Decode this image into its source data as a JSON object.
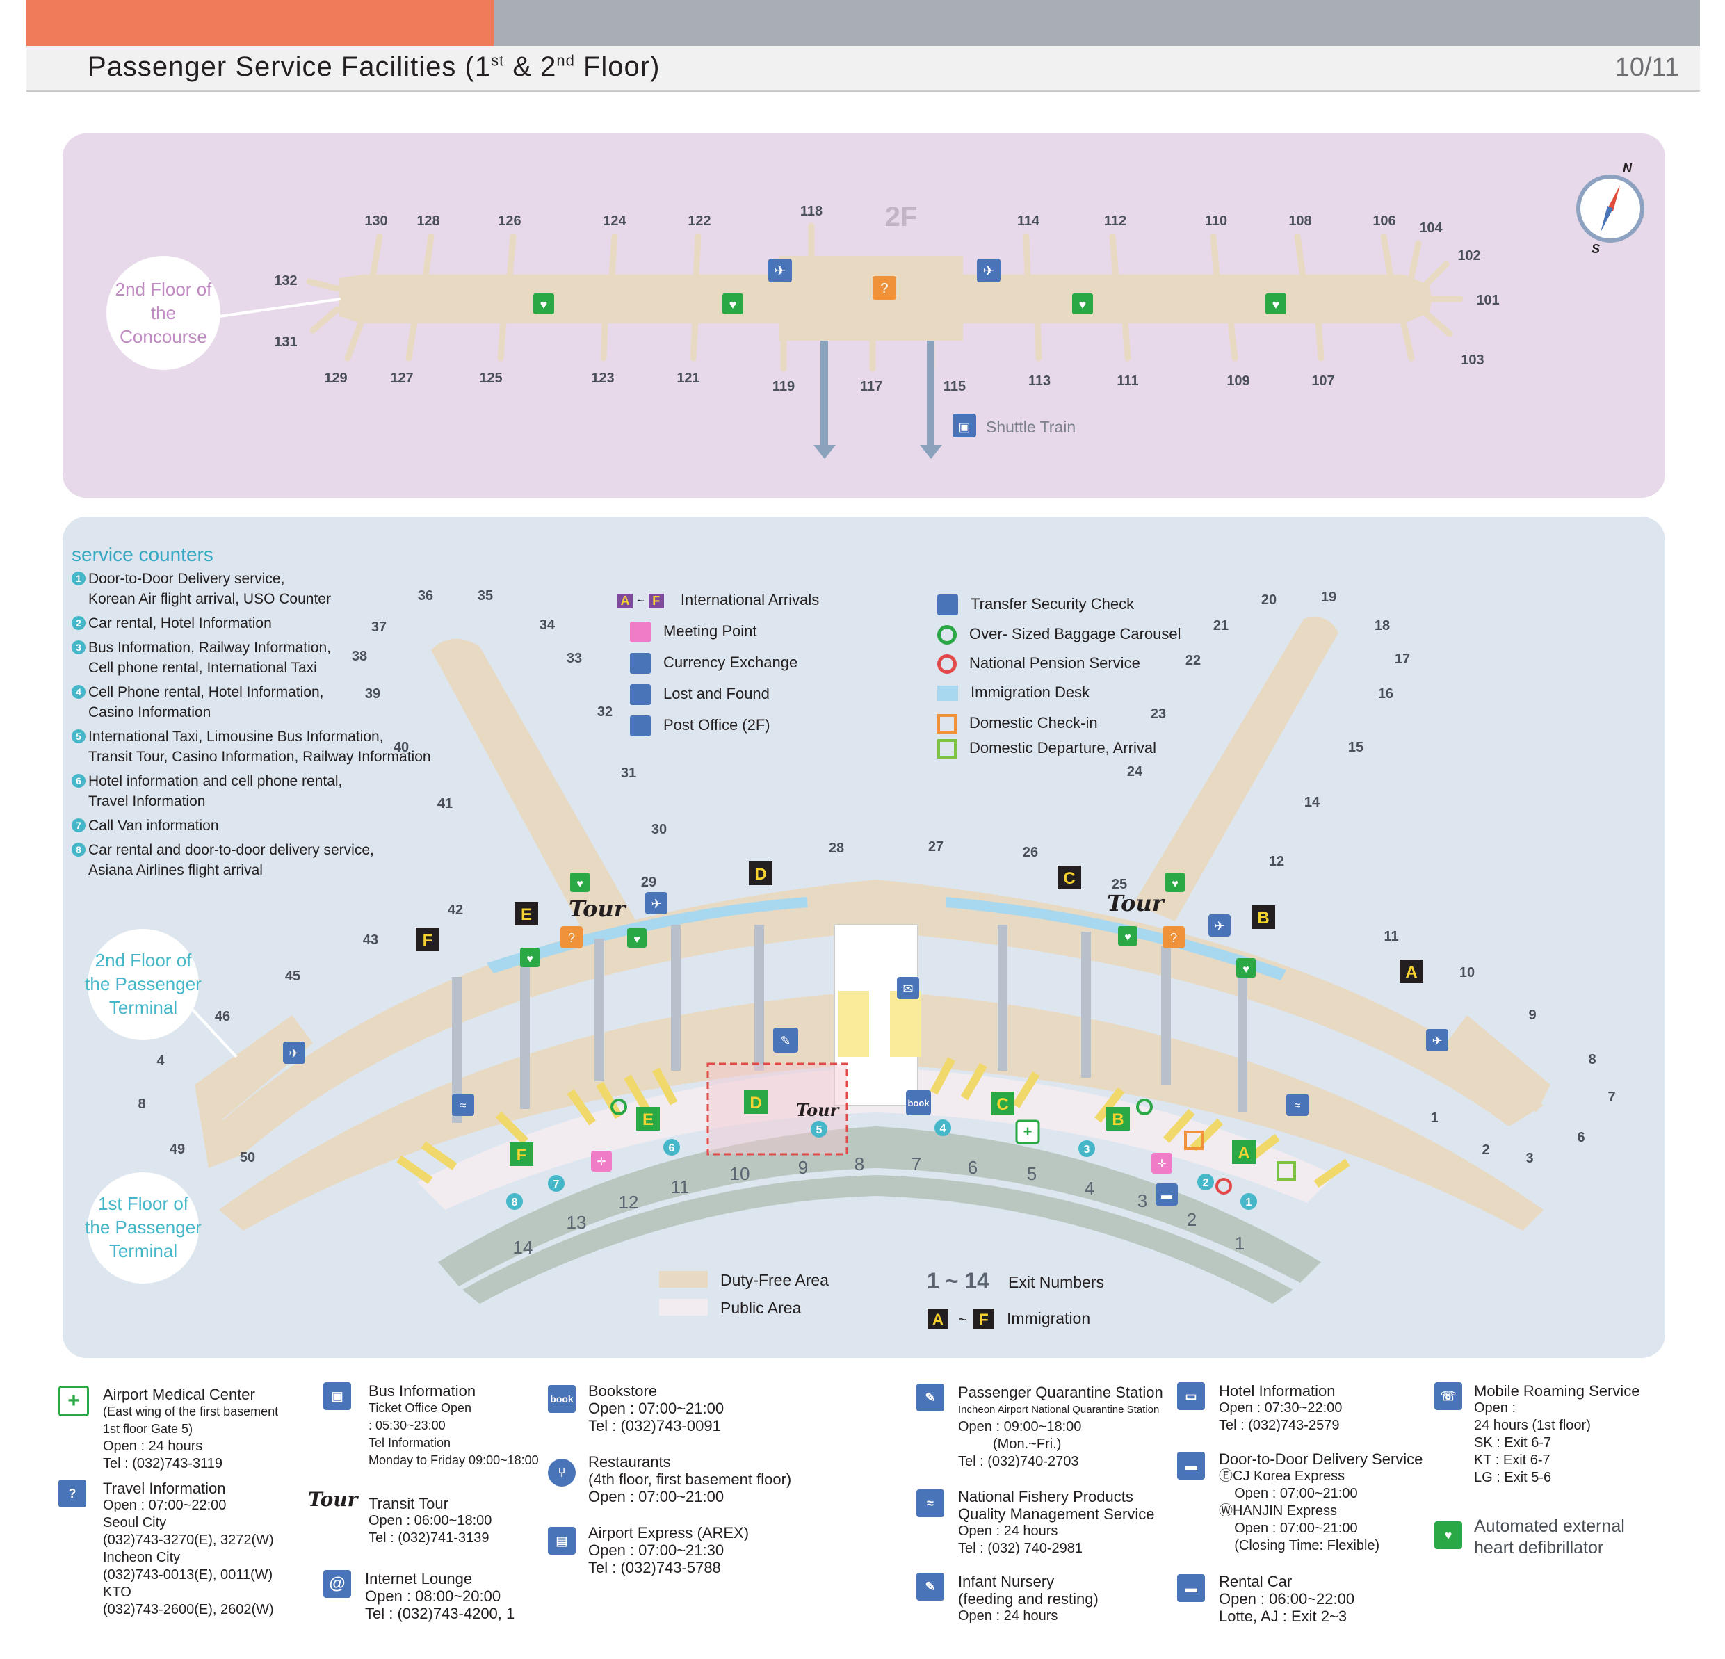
{
  "header": {
    "title_pre": "Passenger Service Facilities (1",
    "title_sup1": "st",
    "title_mid": " & 2",
    "title_sup2": "nd",
    "title_post": " Floor)",
    "page": "10/11"
  },
  "compass": {
    "n": "N",
    "s": "S"
  },
  "floor2": {
    "label": "2F",
    "callout_lines": [
      "2nd Floor of",
      "the",
      "Concourse"
    ],
    "gates_top": [
      "130",
      "128",
      "126",
      "124",
      "122",
      "118",
      "114",
      "112",
      "110",
      "108",
      "106",
      "104",
      "102"
    ],
    "gates_bottom": [
      "129",
      "127",
      "125",
      "123",
      "121",
      "119",
      "117",
      "115",
      "113",
      "111",
      "109",
      "107",
      "103"
    ],
    "gates_ends": [
      "132",
      "131",
      "101"
    ],
    "shuttle": "Shuttle Train"
  },
  "floor1": {
    "callout_2f_lines": [
      "2nd Floor of",
      "the Passenger",
      "Terminal"
    ],
    "callout_1f_lines": [
      "1st Floor of",
      "the Passenger",
      "Terminal"
    ],
    "west_gates": [
      "36",
      "35",
      "37",
      "34",
      "38",
      "33",
      "39",
      "32",
      "40",
      "31",
      "41",
      "30",
      "29",
      "42",
      "43",
      "45",
      "46",
      "4",
      "8",
      "49",
      "50"
    ],
    "east_gates": [
      "20",
      "19",
      "21",
      "18",
      "22",
      "17",
      "16",
      "23",
      "15",
      "24",
      "14",
      "12",
      "25",
      "26",
      "27",
      "28",
      "11",
      "10",
      "9",
      "8",
      "7",
      "6",
      "1",
      "2",
      "3"
    ],
    "immigration": [
      "A",
      "B",
      "C",
      "D",
      "E",
      "F"
    ],
    "exits": [
      "14",
      "13",
      "12",
      "11",
      "10",
      "9",
      "8",
      "7",
      "6",
      "5",
      "4",
      "3",
      "2",
      "1"
    ],
    "tour": "Tour",
    "book": "book"
  },
  "service_counters": {
    "title": "service counters",
    "items": [
      {
        "n": "1",
        "lines": [
          "Door-to-Door Delivery service,",
          "Korean Air flight arrival, USO Counter"
        ]
      },
      {
        "n": "2",
        "lines": [
          "Car rental, Hotel Information"
        ]
      },
      {
        "n": "3",
        "lines": [
          "Bus Information, Railway Information,",
          "Cell phone rental, International Taxi"
        ]
      },
      {
        "n": "4",
        "lines": [
          "Cell Phone rental, Hotel Information,",
          "Casino Information"
        ]
      },
      {
        "n": "5",
        "lines": [
          "International Taxi, Limousine Bus Information,",
          "Transit Tour, Casino Information, Railway Information"
        ]
      },
      {
        "n": "6",
        "lines": [
          "Hotel information and cell phone rental,",
          "Travel Information"
        ]
      },
      {
        "n": "7",
        "lines": [
          "Call Van information"
        ]
      },
      {
        "n": "8",
        "lines": [
          "Car rental and door-to-door delivery service,",
          "Asiana Airlines flight arrival"
        ]
      }
    ]
  },
  "legend_mid": {
    "range_from": "A",
    "range_sep": "~",
    "range_to": "F",
    "items": [
      "International Arrivals",
      "Meeting Point",
      "Currency Exchange",
      "Lost and Found",
      "Post Office (2F)"
    ]
  },
  "legend_right": {
    "items": [
      "Transfer Security Check",
      "Over- Sized Baggage Carousel",
      "National Pension Service",
      "Immigration Desk",
      "Domestic  Check-in",
      "Domestic Departure, Arrival"
    ]
  },
  "area_legend": {
    "duty_free": "Duty-Free Area",
    "public": "Public Area",
    "exit_range": "1 ~ 14",
    "exit_label": "Exit Numbers",
    "imm_from": "A",
    "imm_sep": "~",
    "imm_to": "F",
    "imm_label": "Immigration"
  },
  "info": {
    "medical": {
      "title": "Airport Medical Center",
      "lines": [
        "(East wing of the first basement",
        " 1st floor Gate 5)",
        "Open : 24 hours",
        "Tel : (032)743-3119"
      ]
    },
    "travel": {
      "title": "Travel Information",
      "lines": [
        "Open : 07:00~22:00",
        "Seoul City",
        "(032)743-3270(E), 3272(W)",
        "Incheon City",
        "(032)743-0013(E), 0011(W)",
        "KTO",
        "(032)743-2600(E), 2602(W)"
      ]
    },
    "bus": {
      "title": "Bus Information",
      "lines": [
        "Ticket Office Open",
        ": 05:30~23:00",
        "Tel Information",
        "Monday to Friday 09:00~18:00"
      ]
    },
    "transit": {
      "logo": "Tour",
      "title": "Transit Tour",
      "lines": [
        "Open : 06:00~18:00",
        "Tel : (032)741-3139"
      ]
    },
    "internet": {
      "title": "Internet Lounge",
      "lines": [
        "Open : 08:00~20:00",
        "Tel : (032)743-4200, 1"
      ]
    },
    "bookstore": {
      "title": "Bookstore",
      "lines": [
        "Open : 07:00~21:00",
        "Tel : (032)743-0091"
      ]
    },
    "restaurants": {
      "title": "Restaurants",
      "lines": [
        "(4th floor, first basement floor)",
        "Open : 07:00~21:00"
      ]
    },
    "arex": {
      "title": "Airport Express (AREX)",
      "lines": [
        "Open : 07:00~21:30",
        "Tel : (032)743-5788"
      ]
    },
    "quarantine": {
      "title": "Passenger Quarantine Station",
      "lines": [
        "Incheon Airport National Quarantine Station",
        "Open : 09:00~18:00",
        "         (Mon.~Fri.)",
        "Tel : (032)740-2703"
      ]
    },
    "fishery": {
      "title": "National Fishery Products",
      "lines": [
        "Quality Management Service",
        "Open : 24 hours",
        "Tel : (032) 740-2981"
      ]
    },
    "nursery": {
      "title": "Infant Nursery",
      "lines": [
        "(feeding and resting)",
        "Open : 24 hours"
      ]
    },
    "hotel": {
      "title": "Hotel Information",
      "lines": [
        "Open : 07:30~22:00",
        "Tel : (032)743-2579"
      ]
    },
    "delivery": {
      "title": "Door-to-Door Delivery Service",
      "lines": [
        "ⒺCJ Korea Express",
        "    Open : 07:00~21:00",
        "ⓌHANJIN Express",
        "    Open : 07:00~21:00",
        "    (Closing Time: Flexible)"
      ]
    },
    "rental": {
      "title": "Rental Car",
      "lines": [
        "Open : 06:00~22:00",
        "Lotte, AJ : Exit 2~3"
      ]
    },
    "roaming": {
      "title": "Mobile Roaming Service",
      "lines": [
        "Open :",
        "24 hours (1st floor)",
        "SK : Exit 6-7",
        "KT : Exit 6-7",
        "LG : Exit 5-6"
      ]
    },
    "aed": {
      "title": "Automated external",
      "line2": "heart defibrillator"
    }
  },
  "colors": {
    "orange": "#f07b5b",
    "lilac": "#e7d9ea",
    "bluegray": "#dde6ef",
    "terminal": "#e8d9c3",
    "road": "#b9c7c0",
    "immigration_desk": "#a7d8f0",
    "green": "#2aa846",
    "blue_icon": "#4a74b8",
    "imm_box": "#231f20",
    "imm_letter": "#f6d330",
    "counter": "#45b7c9"
  }
}
